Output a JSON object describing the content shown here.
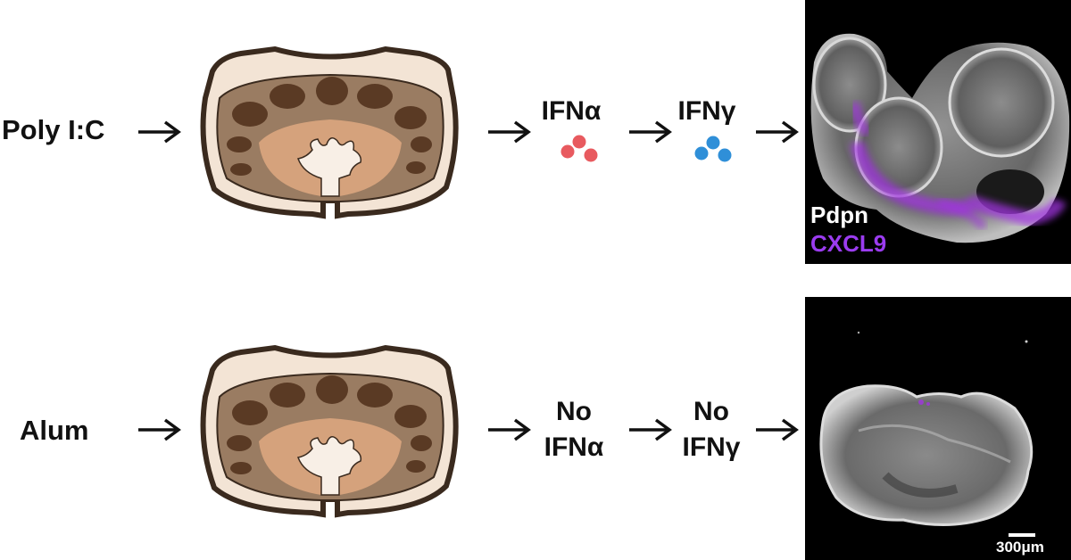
{
  "rows": [
    {
      "treatment": "Poly I:C",
      "cytokine1": [
        "IFNα"
      ],
      "cytokine2": [
        "IFNγ"
      ],
      "cytokine1_color": "#e85a5f",
      "cytokine2_color": "#2f8fd8",
      "image_legend": [
        {
          "text": "Pdpn",
          "color": "#ffffff"
        },
        {
          "text": "CXCL9",
          "color": "#9b3cf0"
        }
      ]
    },
    {
      "treatment": "Alum",
      "cytokine1": [
        "No",
        "IFNα"
      ],
      "cytokine2": [
        "No",
        "IFNγ"
      ],
      "scale_bar": "300μm"
    }
  ],
  "colors": {
    "node_outline": "#3a2a1e",
    "node_capsule": "#f3e4d5",
    "node_cortex": "#9a7c62",
    "node_follicle": "#5a3a24",
    "node_medulla": "#d5a27c",
    "node_sinus": "#f8efe6",
    "pdpn_stain": "#e8e8e8",
    "cxcl9_stain": "#a136e0"
  },
  "icons": [
    "right-arrow-icon",
    "lymph-node-icon",
    "cytokine-dots-icon"
  ]
}
